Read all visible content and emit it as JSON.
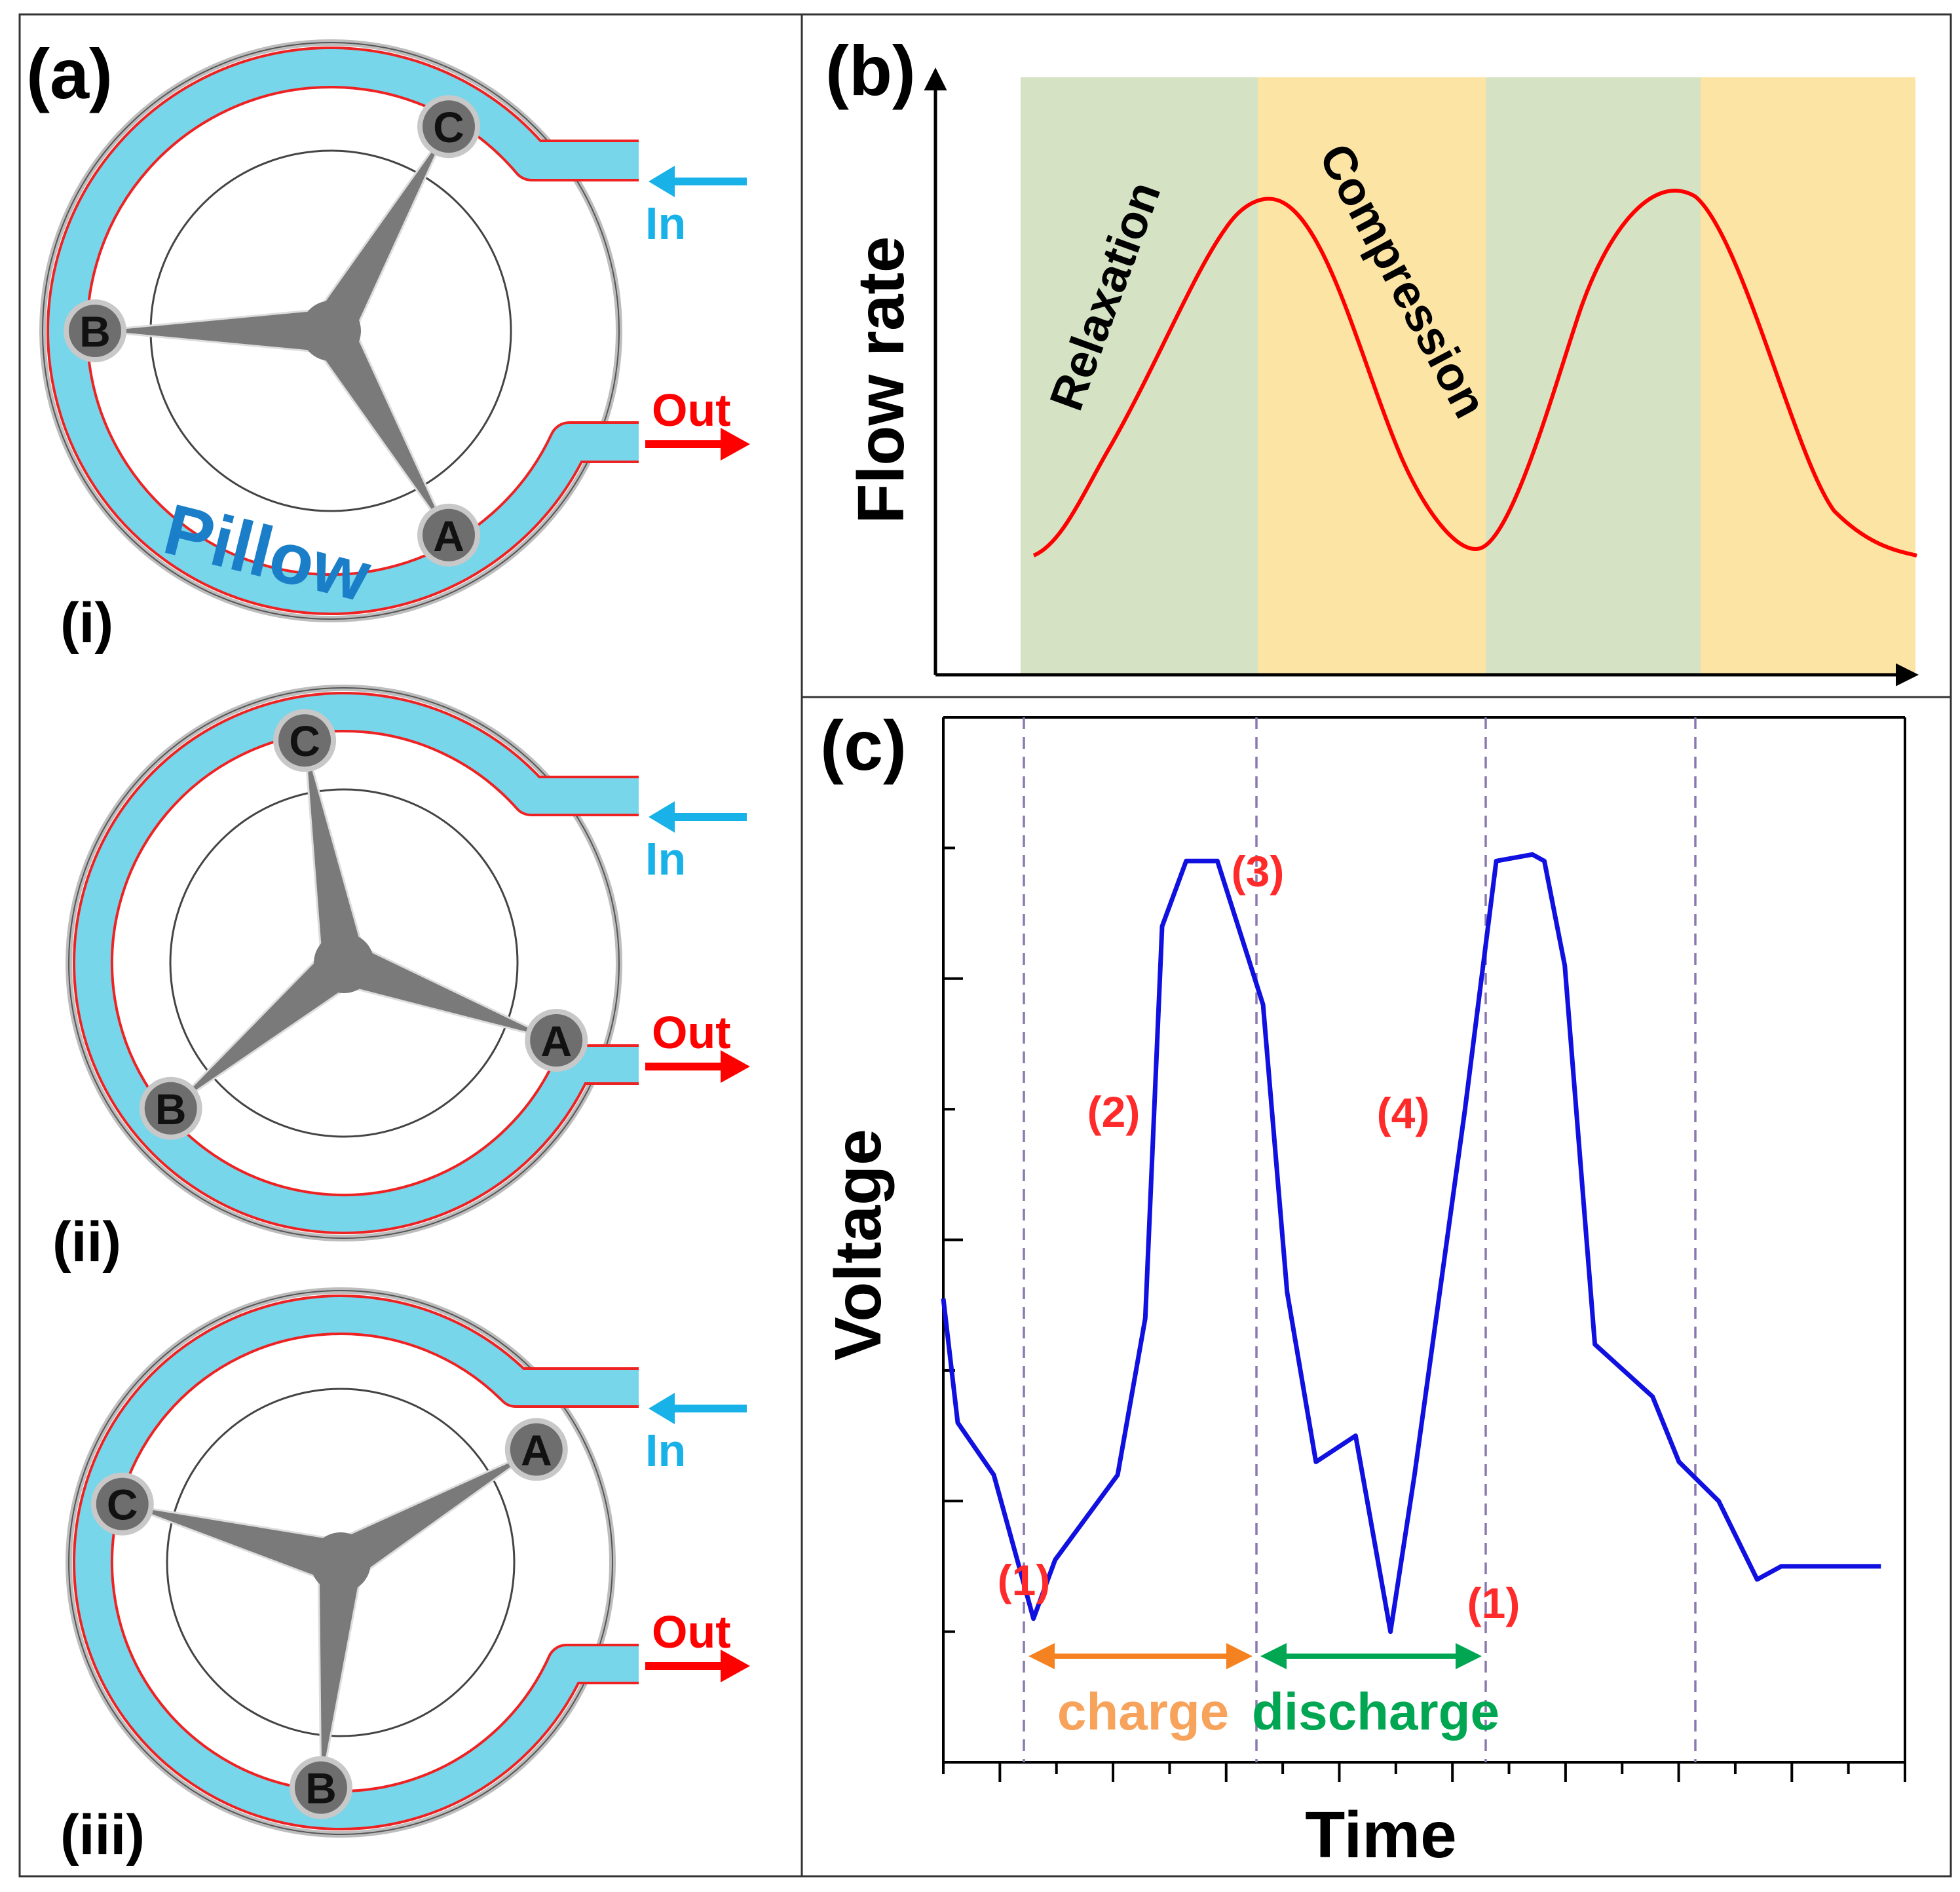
{
  "panel_a": {
    "label": "(a)",
    "inlet_label": "In",
    "outlet_label": "Out",
    "pillow_label": "Pillow",
    "steps": [
      {
        "label": "(i)",
        "rollers": [
          {
            "name": "C",
            "angle_deg": 300
          },
          {
            "name": "B",
            "angle_deg": 180
          },
          {
            "name": "A",
            "angle_deg": 60
          }
        ]
      },
      {
        "label": "(ii)",
        "rollers": [
          {
            "name": "C",
            "angle_deg": 260
          },
          {
            "name": "A",
            "angle_deg": 20
          },
          {
            "name": "B",
            "angle_deg": 140
          }
        ]
      },
      {
        "label": "(iii)",
        "rollers": [
          {
            "name": "A",
            "angle_deg": 330
          },
          {
            "name": "C",
            "angle_deg": 195
          },
          {
            "name": "B",
            "angle_deg": 95
          }
        ]
      }
    ],
    "colors": {
      "tube": "#78d6ea",
      "tube_edge": "#ee2222",
      "hub": "#7a7a7a",
      "in_arrow": "#19b2e8",
      "out_arrow": "#ff0000",
      "pillow_text": "#1a7fc8"
    }
  },
  "panel_b": {
    "label": "(b)",
    "ylabel": "Flow rate",
    "phase_labels": [
      "Relaxation",
      "Compression"
    ],
    "bands": [
      {
        "phase": "relaxation",
        "color": "#d5e3c4"
      },
      {
        "phase": "compression",
        "color": "#fce4a4"
      },
      {
        "phase": "relaxation",
        "color": "#d5e3c4"
      },
      {
        "phase": "compression",
        "color": "#fce4a4"
      }
    ],
    "curve_color": "#ff0000"
  },
  "panel_c": {
    "label": "(c)",
    "ylabel": "Voltage",
    "xlabel": "Time",
    "series_color": "#1010e0",
    "phase_markers": [
      "(1)",
      "(2)",
      "(3)",
      "(4)",
      "(1)"
    ],
    "charge_label": "charge",
    "discharge_label": "discharge",
    "charge_color": "#f58220",
    "discharge_color": "#00a651",
    "marker_color": "#ff2a2a",
    "vline_color": "#8a78b0"
  },
  "chart_data": {
    "type": "line",
    "title": "",
    "xlabel": "Time",
    "ylabel": "Voltage",
    "x": [
      0.0,
      0.12,
      0.42,
      0.75,
      0.93,
      1.45,
      1.68,
      1.82,
      2.02,
      2.28,
      2.66,
      2.86,
      3.1,
      3.43,
      3.72,
      3.92,
      4.34,
      4.6,
      4.9,
      5.0,
      5.17,
      5.42,
      5.9,
      6.12,
      6.45,
      6.77,
      6.97,
      7.17,
      7.52,
      7.8
    ],
    "y": [
      3.55,
      2.6,
      2.2,
      1.1,
      1.55,
      2.2,
      3.4,
      6.4,
      6.9,
      6.9,
      5.8,
      3.6,
      2.3,
      2.5,
      1.0,
      2.2,
      5.0,
      6.9,
      6.95,
      6.9,
      6.1,
      3.2,
      2.8,
      2.3,
      2.0,
      1.4,
      1.5,
      1.5,
      1.5,
      1.5
    ],
    "xlim": [
      0,
      8
    ],
    "ylim": [
      0,
      8
    ]
  }
}
